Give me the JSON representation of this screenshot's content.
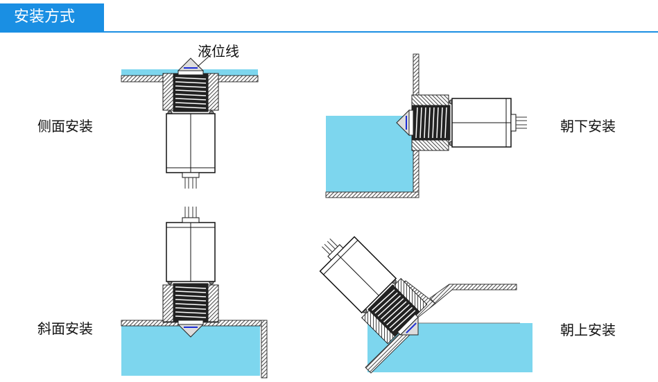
{
  "header": {
    "title": "安装方式"
  },
  "labels": {
    "liquid_level": "液位线",
    "side_mount": "侧面安装",
    "down_mount": "朝下安装",
    "oblique_mount": "斜面安装",
    "up_mount": "朝上安装"
  },
  "colors": {
    "accent": "#1a8fe3",
    "liquid": "#7dd6ee",
    "level_line": "#1a2bd6"
  }
}
